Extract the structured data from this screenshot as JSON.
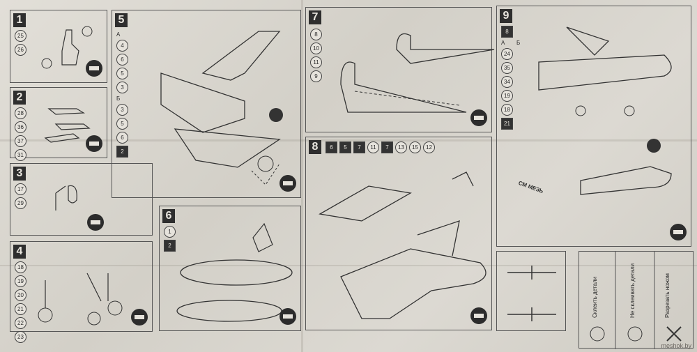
{
  "steps": [
    {
      "num": "1",
      "parts": [
        "25",
        "26"
      ]
    },
    {
      "num": "2",
      "parts": [
        "28",
        "36",
        "37",
        "31"
      ]
    },
    {
      "num": "3",
      "parts": [
        "17",
        "29"
      ]
    },
    {
      "num": "4",
      "parts": [
        "18",
        "19",
        "20",
        "21",
        "22",
        "23"
      ]
    },
    {
      "num": "5",
      "section_a": "А",
      "parts_a": [
        "4",
        "6",
        "5",
        "3"
      ],
      "section_b": "Б",
      "parts_b": [
        "3",
        "5",
        "6",
        "2"
      ]
    },
    {
      "num": "6",
      "parts": [
        "1",
        "2"
      ]
    },
    {
      "num": "7",
      "parts": [
        "8",
        "10",
        "11",
        "9"
      ]
    },
    {
      "num": "8",
      "parts": [
        "6",
        "5",
        "7",
        "11",
        "7",
        "13",
        "15",
        "12"
      ]
    },
    {
      "num": "9",
      "header": "8",
      "col_a": "А",
      "col_b": "Б",
      "parts": [
        "24",
        "35",
        "34",
        "19",
        "18",
        "21"
      ]
    }
  ],
  "legend": {
    "col1": "Склеить детали",
    "col2": "Не склеивать детали",
    "col3": "Разрезать ножом"
  },
  "decal_text": "СМ МЕЗЬ",
  "watermark": "meshok.by",
  "colors": {
    "paper": "#dcd9d2",
    "ink": "#2b2b2b",
    "panel_border": "#555555"
  }
}
